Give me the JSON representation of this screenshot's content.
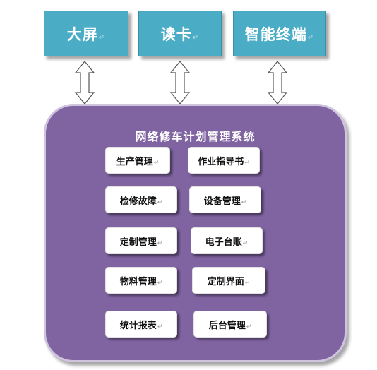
{
  "top_boxes": [
    {
      "label": "大屏"
    },
    {
      "label": "读卡"
    },
    {
      "label": "智能终端"
    }
  ],
  "system": {
    "title": "网络修车计划管理系统",
    "modules": [
      {
        "label": "生产管理"
      },
      {
        "label": "作业指导书"
      },
      {
        "label": "检修故障"
      },
      {
        "label": "设备管理"
      },
      {
        "label": "定制管理"
      },
      {
        "label": "电子台账"
      },
      {
        "label": "物料管理"
      },
      {
        "label": "定制界面"
      },
      {
        "label": "统计报表"
      },
      {
        "label": "后台管理"
      }
    ]
  },
  "colors": {
    "top_box": "#4bacc6",
    "panel": "#8064a2",
    "module": "#ffffff"
  }
}
